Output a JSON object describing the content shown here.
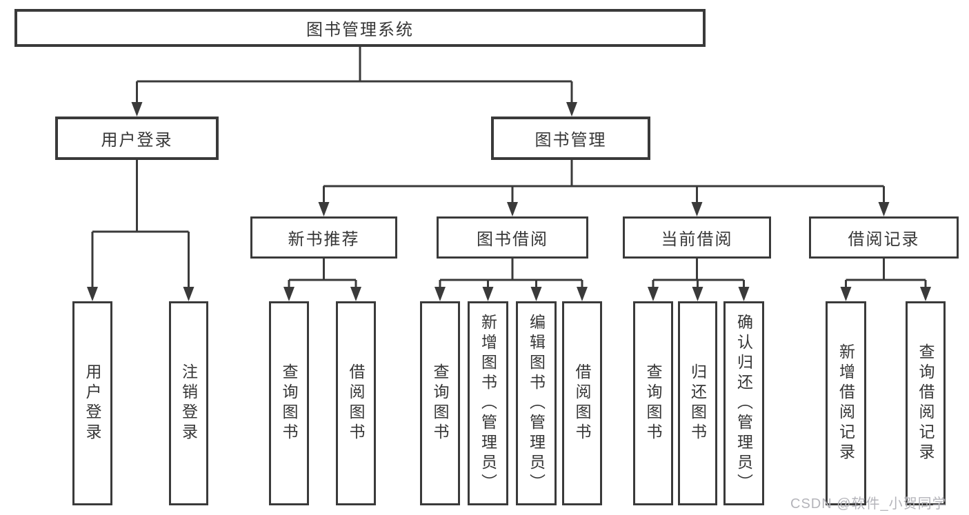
{
  "diagram": {
    "root": {
      "label": "图书管理系统"
    },
    "branches": [
      {
        "label": "用户登录",
        "children": [
          {
            "label": "用户登录"
          },
          {
            "label": "注销登录"
          }
        ]
      },
      {
        "label": "图书管理",
        "children": [
          {
            "label": "新书推荐",
            "children": [
              {
                "label": "查询图书"
              },
              {
                "label": "借阅图书"
              }
            ]
          },
          {
            "label": "图书借阅",
            "children": [
              {
                "label": "查询图书"
              },
              {
                "label": "新增图书（管理员）"
              },
              {
                "label": "编辑图书（管理员）"
              },
              {
                "label": "借阅图书"
              }
            ]
          },
          {
            "label": "当前借阅",
            "children": [
              {
                "label": "查询图书"
              },
              {
                "label": "归还图书"
              },
              {
                "label": "确认归还（管理员）"
              }
            ]
          },
          {
            "label": "借阅记录",
            "children": [
              {
                "label": "新增借阅记录"
              },
              {
                "label": "查询借阅记录"
              }
            ]
          }
        ]
      }
    ]
  },
  "watermark": {
    "text": "CSDN @软件_小贺同学"
  },
  "colors": {
    "line": "#3a3a3a",
    "text": "#363636",
    "watermark": "#b4b4ba",
    "background": "#ffffff"
  }
}
